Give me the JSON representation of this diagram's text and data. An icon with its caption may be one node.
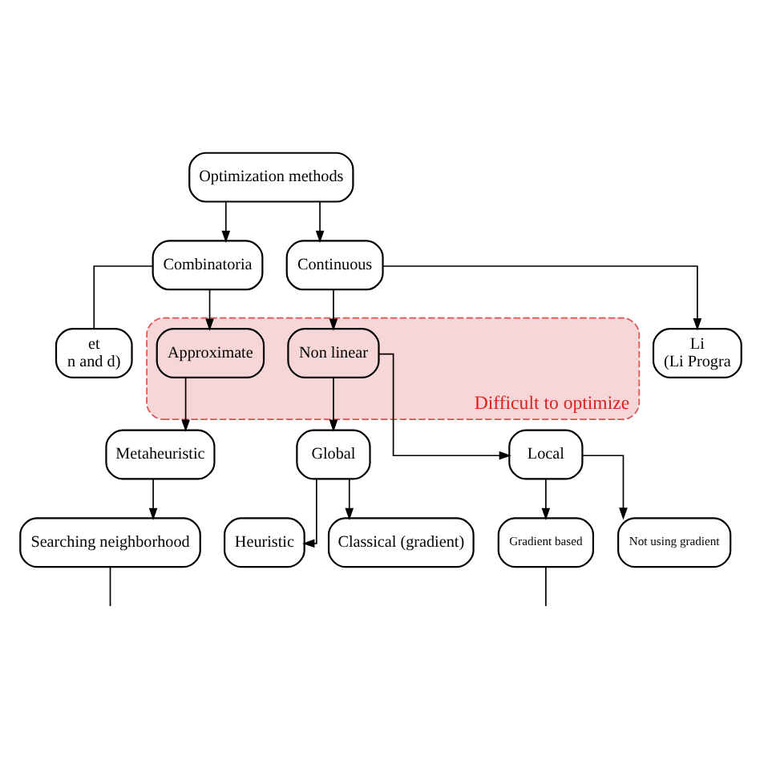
{
  "diagram": {
    "nodes": [
      {
        "text": [
          "Optimization methods"
        ]
      },
      {
        "text": [
          "Combinatoria"
        ]
      },
      {
        "text": [
          "Continuous"
        ]
      },
      {
        "text": [
          "Difficult to optimize"
        ]
      },
      {
        "text": [
          "et",
          "n and d)"
        ]
      },
      {
        "text": [
          "Approximate"
        ],
        "in": 3
      },
      {
        "text": [
          "Non linear"
        ],
        "in": 3
      },
      {
        "text": [
          "Li",
          "(Li Progra"
        ]
      },
      {
        "text": [
          "Global"
        ]
      },
      {
        "text": [
          "Local"
        ]
      },
      {
        "text": [
          "Heuristic"
        ]
      },
      {
        "text": [
          "Metaheuristic"
        ]
      },
      {
        "text": [
          "Classical (gradient)"
        ]
      },
      {
        "text": [
          "Gradient based"
        ]
      },
      {
        "text": [
          "Not using gradient"
        ]
      },
      {
        "text": [
          "Searching neighborhood"
        ]
      }
    ],
    "edges": [
      {
        "from": 0,
        "to": 1,
        "arrow": "to"
      },
      {
        "from": 0,
        "to": 2,
        "arrow": "to"
      },
      {
        "from": 1,
        "to": 4,
        "arrow": "none"
      },
      {
        "from": 1,
        "to": 5,
        "arrow": "to"
      },
      {
        "from": 2,
        "to": 6,
        "arrow": "to"
      },
      {
        "from": 2,
        "to": 7,
        "arrow": "to"
      },
      {
        "from": 5,
        "to": 11,
        "arrow": "to"
      },
      {
        "from": 6,
        "to": 8,
        "arrow": "to"
      },
      {
        "from": 6,
        "to": 9,
        "arrow": "to"
      },
      {
        "from": 8,
        "to": 10,
        "arrow": "to"
      },
      {
        "from": 8,
        "to": 12,
        "arrow": "to"
      },
      {
        "from": 9,
        "to": 13,
        "arrow": "to"
      },
      {
        "from": 9,
        "to": 14,
        "arrow": "to"
      },
      {
        "from": 11,
        "to": 15,
        "arrow": "to"
      },
      {
        "from": 15,
        "to": null,
        "arrow": "none"
      },
      {
        "from": 13,
        "to": null,
        "arrow": "none"
      }
    ]
  }
}
